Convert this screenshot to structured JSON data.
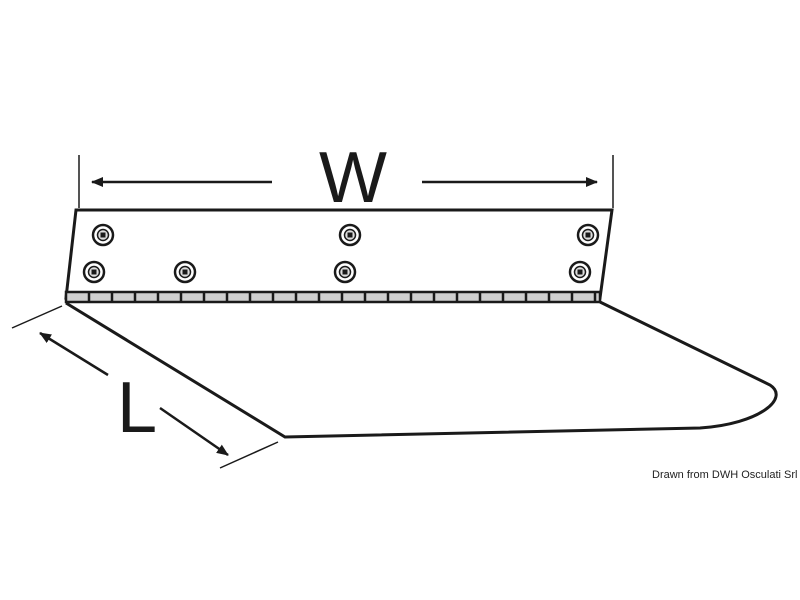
{
  "labels": {
    "width": "W",
    "length": "L"
  },
  "credit": "Drawn from DWH Osculati Srl",
  "colors": {
    "line": "#1a1a1a",
    "hinge_fill": "#cfcfcf",
    "background": "#ffffff"
  }
}
